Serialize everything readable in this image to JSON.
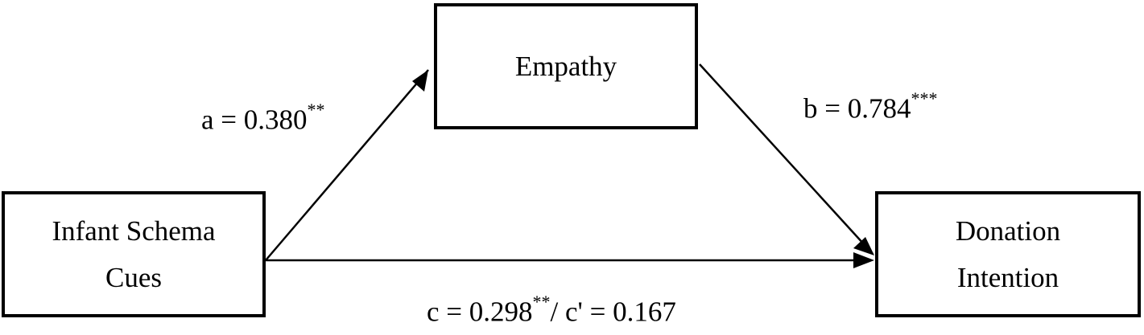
{
  "nodes": {
    "empathy": {
      "lines": [
        "Empathy"
      ]
    },
    "infant": {
      "lines": [
        "Infant Schema",
        "Cues"
      ]
    },
    "donation": {
      "lines": [
        "Donation",
        "Intention"
      ]
    }
  },
  "paths": {
    "a": {
      "prefix": "a = 0.380",
      "stars": "**"
    },
    "b": {
      "prefix": "b = 0.784",
      "stars": "***"
    },
    "c": {
      "prefix": "c = 0.298",
      "stars": "**",
      "suffix": "/ c' = 0.167"
    }
  },
  "colors": {
    "line": "#000000",
    "background": "#ffffff"
  }
}
